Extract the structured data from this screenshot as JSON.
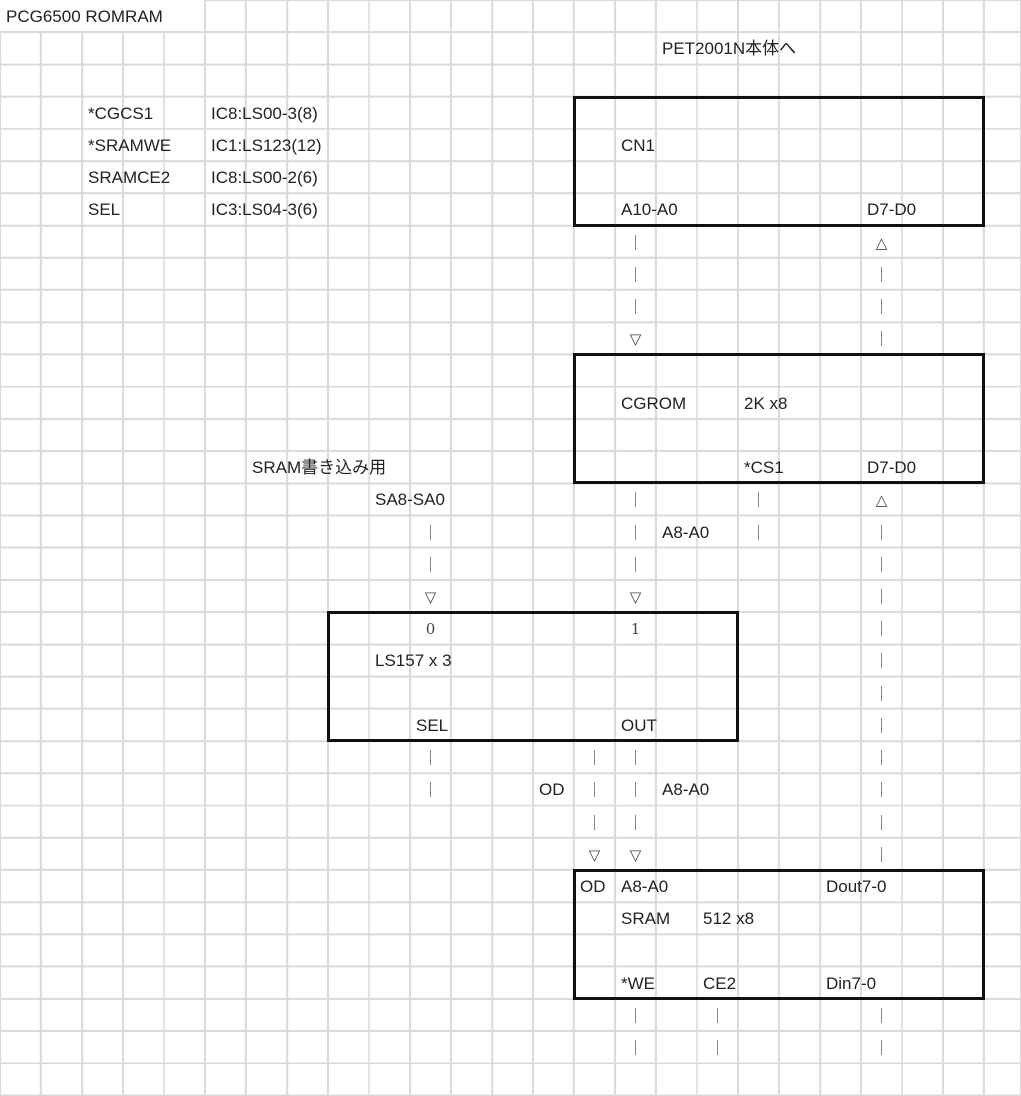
{
  "sheet": {
    "title": "PCG6500 ROMRAM",
    "destination": "PET2001N本体へ",
    "sram_write_label": "SRAM書き込み用"
  },
  "signals": [
    {
      "name": "*CGCS1",
      "source": "IC8:LS00-3(8)"
    },
    {
      "name": "*SRAMWE",
      "source": "IC1:LS123(12)"
    },
    {
      "name": "SRAMCE2",
      "source": "IC8:LS00-2(6)"
    },
    {
      "name": "SEL",
      "source": "IC3:LS04-3(6)"
    }
  ],
  "cn1": {
    "name": "CN1",
    "addr": "A10-A0",
    "data": "D7-D0"
  },
  "cgrom": {
    "name": "CGROM",
    "size": "2K x8",
    "cs": "*CS1",
    "data": "D7-D0"
  },
  "mux": {
    "input_label": "SA8-SA0",
    "addr_label": "A8-A0",
    "in0": "0",
    "in1": "1",
    "name": "LS157 x 3",
    "sel": "SEL",
    "out": "OUT"
  },
  "sram_link": {
    "od": "OD",
    "addr": "A8-A0"
  },
  "sram": {
    "od": "OD",
    "addr": "A8-A0",
    "dout": "Dout7-0",
    "name": "SRAM",
    "size": "512 x8",
    "we": "*WE",
    "ce2": "CE2",
    "din": "Din7-0"
  },
  "symbols": {
    "pipe": "｜",
    "arrow_down": "▽",
    "arrow_up": "△"
  }
}
